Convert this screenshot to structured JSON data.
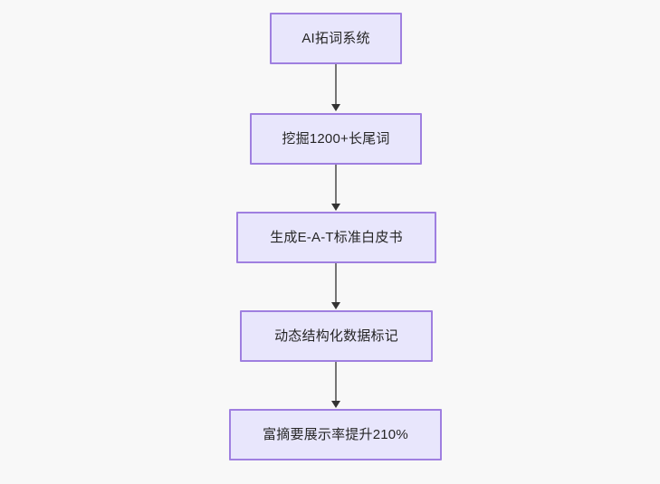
{
  "diagram": {
    "type": "flowchart",
    "direction": "top-to-bottom",
    "background_color": "#f8f8f8",
    "node_fill_color": "#e8e6fc",
    "node_border_color": "#9f7fe0",
    "node_text_color": "#262626",
    "edge_color": "#767676",
    "arrowhead_color": "#333333",
    "nodes": [
      {
        "id": "node-1",
        "label": "AI拓词系统"
      },
      {
        "id": "node-2",
        "label": "挖掘1200+长尾词"
      },
      {
        "id": "node-3",
        "label": "生成E-A-T标准白皮书"
      },
      {
        "id": "node-4",
        "label": "动态结构化数据标记"
      },
      {
        "id": "node-5",
        "label": "富摘要展示率提升210%"
      }
    ],
    "edges": [
      {
        "id": "edge-1",
        "from": "node-1",
        "to": "node-2",
        "arrow": "down"
      },
      {
        "id": "edge-2",
        "from": "node-2",
        "to": "node-3",
        "arrow": "down"
      },
      {
        "id": "edge-3",
        "from": "node-3",
        "to": "node-4",
        "arrow": "down"
      },
      {
        "id": "edge-4",
        "from": "node-4",
        "to": "node-5",
        "arrow": "down"
      }
    ]
  }
}
